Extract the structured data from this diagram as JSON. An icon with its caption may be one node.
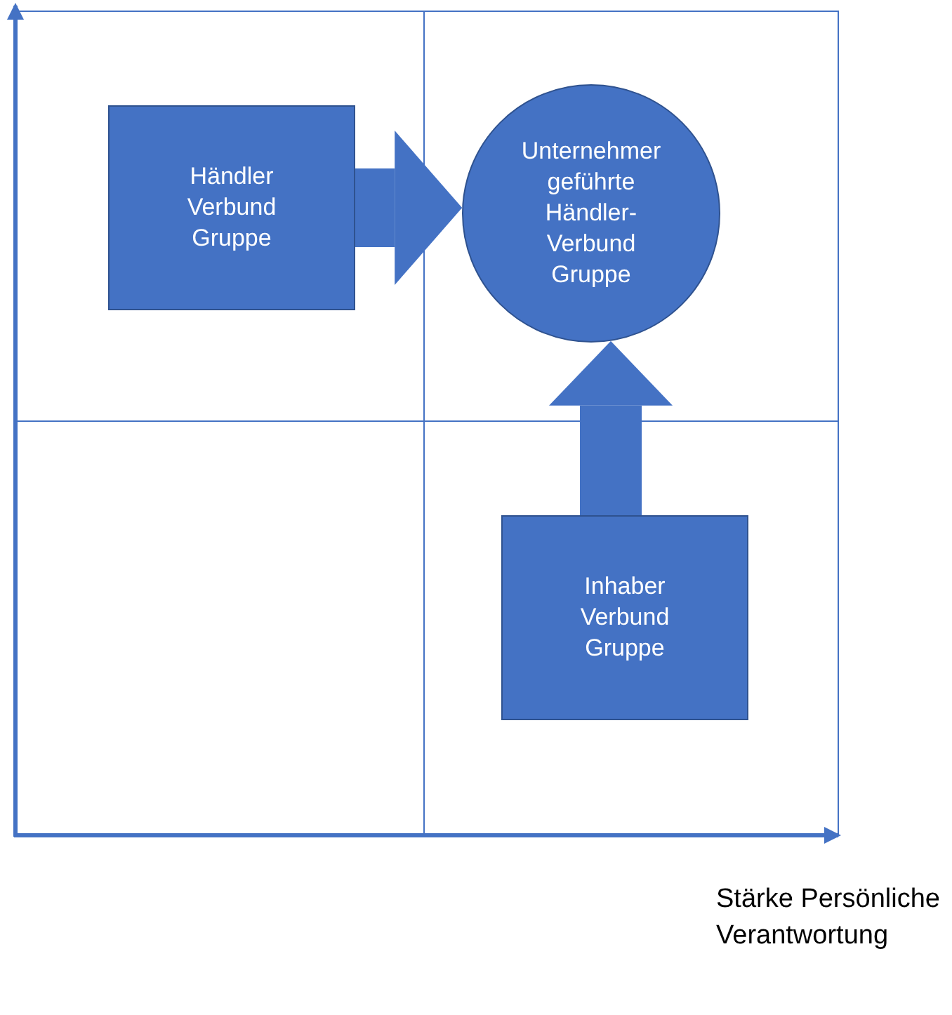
{
  "diagram": {
    "nodes": [
      {
        "text": [
          "Händler Verbund Gruppe"
        ]
      },
      {
        "text": [
          "Unternehmer geführte Händler-Verbund Gruppe"
        ]
      },
      {
        "text": [
          "Inhaber Verbund Gruppe"
        ]
      }
    ],
    "edges": [
      {
        "from": 0,
        "to": 1,
        "arrow": "to"
      },
      {
        "from": 2,
        "to": 1,
        "arrow": "to"
      }
    ],
    "labels": [
      "Stärke Persönliche Verantwortung"
    ]
  }
}
